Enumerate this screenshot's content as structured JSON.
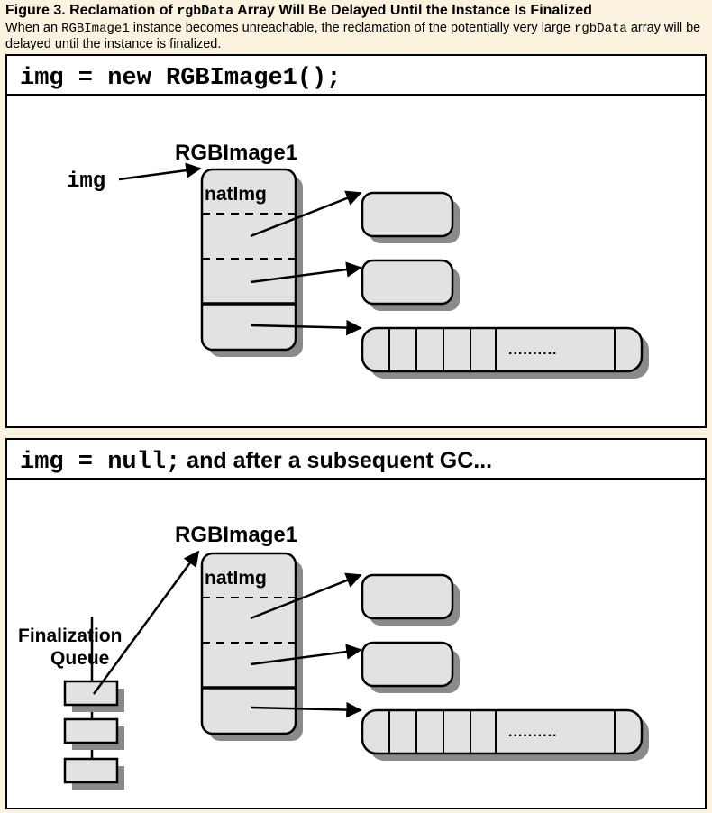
{
  "caption": {
    "title_prefix": "Figure 3. Reclamation of ",
    "title_code": "rgbData",
    "title_suffix": " Array Will Be Delayed Until the Instance Is Finalized",
    "body_part1": "When an ",
    "body_code1": "RGBImage1",
    "body_part2": " instance becomes unreachable, the reclamation of the potentially very large ",
    "body_code2": "rgbData",
    "body_part3": " array will be delayed until the instance is finalized."
  },
  "panel1": {
    "header_code": "img = new RGBImage1();",
    "class_label": "RGBImage1",
    "field_label": "natImg",
    "var_label": "img",
    "array_dots": ".........."
  },
  "panel2": {
    "header_code": "img = null;",
    "header_text": " and after a subsequent GC...",
    "class_label": "RGBImage1",
    "field_label": "natImg",
    "queue_label_line1": "Finalization",
    "queue_label_line2": "Queue",
    "array_dots": ".........."
  }
}
